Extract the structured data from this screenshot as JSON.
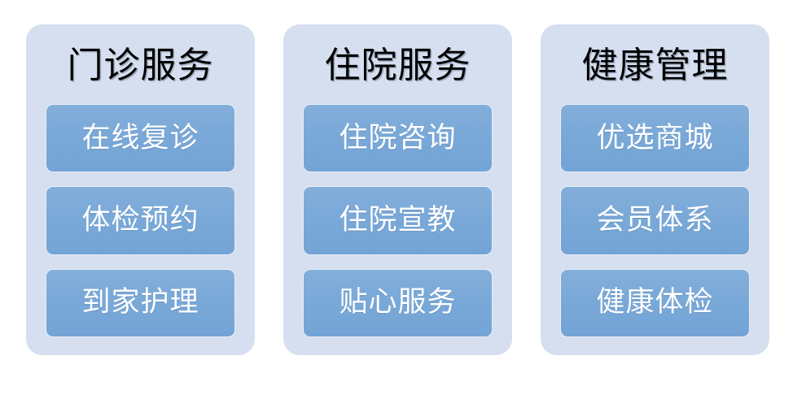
{
  "theme": {
    "page_background": "#ffffff",
    "panel_background": "#d5dfef",
    "button_background": "#7aa9d8",
    "button_text_color": "#ffffff",
    "title_text_color": "#000000"
  },
  "panels": [
    {
      "title": "门诊服务",
      "items": [
        {
          "label": "在线复诊"
        },
        {
          "label": "体检预约"
        },
        {
          "label": "到家护理"
        }
      ]
    },
    {
      "title": "住院服务",
      "items": [
        {
          "label": "住院咨询"
        },
        {
          "label": "住院宣教"
        },
        {
          "label": "贴心服务"
        }
      ]
    },
    {
      "title": "健康管理",
      "items": [
        {
          "label": "优选商城"
        },
        {
          "label": "会员体系"
        },
        {
          "label": "健康体检"
        }
      ]
    }
  ]
}
